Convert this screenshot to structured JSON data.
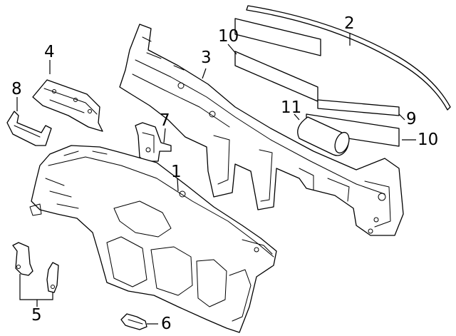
{
  "diagram": {
    "parts": [
      {
        "callout": "1",
        "icon": "instrument-panel-assembly"
      },
      {
        "callout": "2",
        "icon": "defroster-strip"
      },
      {
        "callout": "3",
        "icon": "cross-car-beam"
      },
      {
        "callout": "4",
        "icon": "glove-box-bracket"
      },
      {
        "callout": "5",
        "icon": "side-brackets"
      },
      {
        "callout": "6",
        "icon": "small-clip"
      },
      {
        "callout": "7",
        "icon": "center-bracket"
      },
      {
        "callout": "8",
        "icon": "end-bracket"
      },
      {
        "callout": "9",
        "icon": "insulator-pad"
      },
      {
        "callout": "10",
        "icon": "insulator-pad"
      },
      {
        "callout": "11",
        "icon": "knee-airbag-cylinder"
      }
    ],
    "colors": {
      "line": "#000000",
      "background": "#ffffff"
    }
  }
}
